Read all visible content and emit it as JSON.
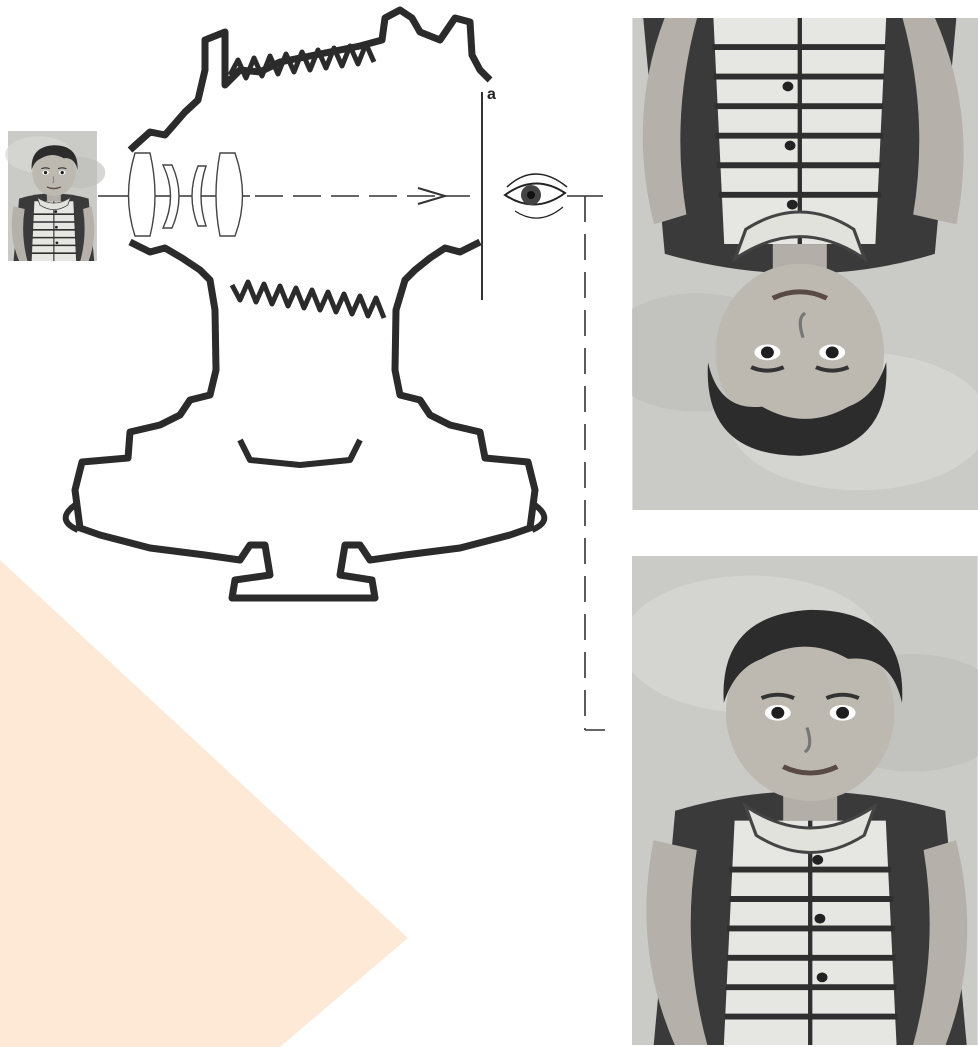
{
  "diagram": {
    "labels": {
      "image_plane": "a"
    },
    "colors": {
      "background": "#ffffff",
      "accent_triangle": "#fde9d6",
      "outline": "#2b2b2b",
      "photo_backdrop": "#c9c9c6",
      "shirt_dark": "#3a3a3a",
      "shirt_light": "#e6e6e2",
      "skin": "#b9b5ae",
      "hair": "#2c2c2c"
    },
    "icons": [
      "eye-icon",
      "arrow-icon",
      "lens-icon",
      "camera-outline"
    ],
    "photos": [
      {
        "name": "subject-thumbnail",
        "orientation": "upright"
      },
      {
        "name": "inverted-image",
        "orientation": "upside-down"
      },
      {
        "name": "corrected-image",
        "orientation": "upright"
      }
    ]
  }
}
